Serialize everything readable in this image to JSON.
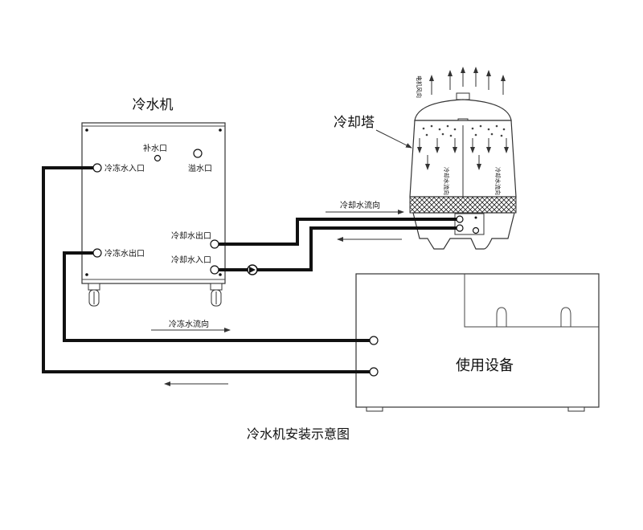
{
  "chiller": {
    "title": "冷水机",
    "makeup_port": "补水口",
    "overflow_port": "溢水口",
    "chilled_in": "冷冻水入口",
    "chilled_out": "冷冻水出口",
    "cooling_out": "冷却水出口",
    "cooling_in": "冷却水入口"
  },
  "tower": {
    "title": "冷却塔",
    "fan_airflow": "电机风向",
    "water_flow_left": "冷却水流向",
    "water_flow_right": "冷却水流向"
  },
  "flows": {
    "cooling_water": "冷却水流向",
    "chilled_water": "冷冻水流向"
  },
  "equipment": {
    "title": "使用设备"
  },
  "caption": "冷水机安装示意图"
}
